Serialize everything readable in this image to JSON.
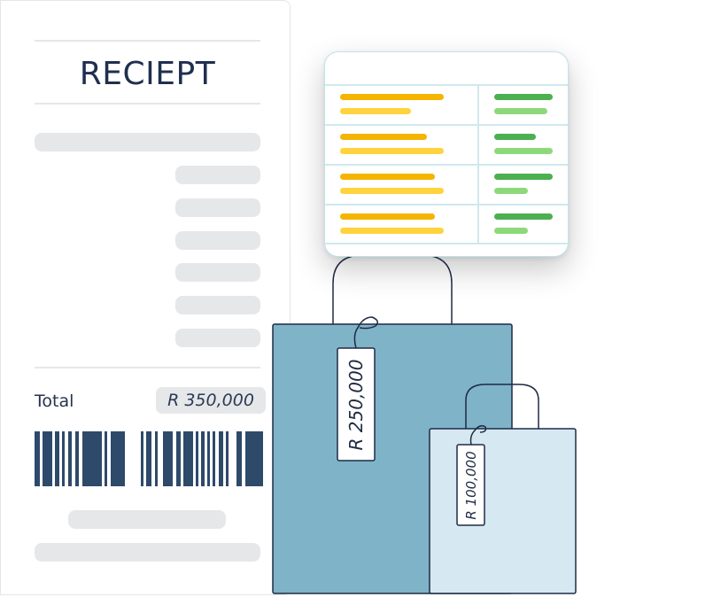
{
  "receipt": {
    "title": "RECIEPT",
    "total_label": "Total",
    "total_value": "R 350,000"
  },
  "bags": {
    "large_price": "R 250,000",
    "small_price": "R 100,000"
  },
  "colors": {
    "navy": "#2e4a6b",
    "bag_large": "#7fb3c8",
    "bag_small": "#d6e8f2",
    "bar_orange": "#f5b400",
    "bar_yellow": "#ffd33d",
    "bar_green_dark": "#4caf50",
    "bar_green_light": "#8dd97a"
  }
}
